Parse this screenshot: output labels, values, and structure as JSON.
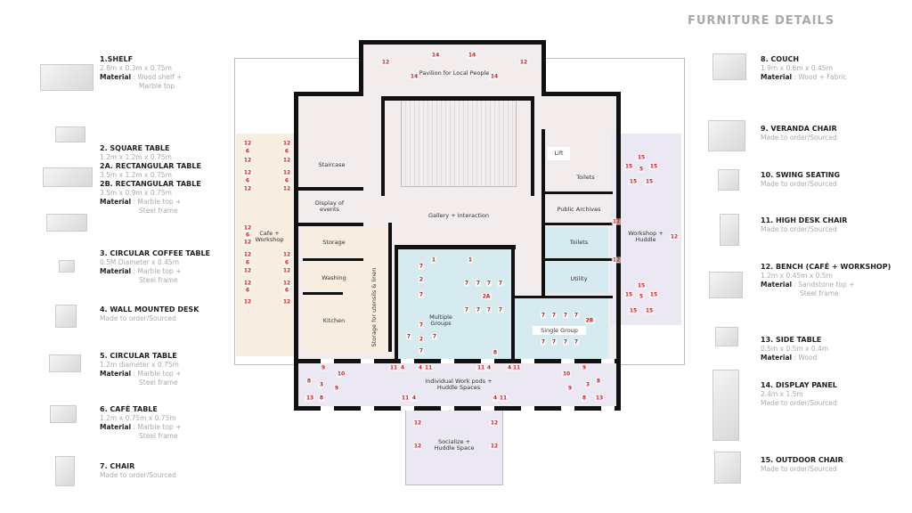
{
  "header": {
    "title": "FURNITURE DETAILS"
  },
  "furniture_left": [
    {
      "name": "1.SHELF",
      "lines": [
        "2.8m x 0.3m x 0.75m"
      ],
      "material": "Wood shelf +",
      "material2": "Marble top"
    },
    {
      "name": "2. SQUARE TABLE",
      "lines": [
        "1.2m x 1.2m x 0.75m"
      ]
    },
    {
      "name": "2A. RECTANGULAR TABLE",
      "lines": [
        "3.5m x 1.2m x 0.75m"
      ]
    },
    {
      "name": "2B. RECTANGULAR TABLE",
      "lines": [
        "3.5m x 0.9m x 0.75m"
      ],
      "material": "Marble top +",
      "material2": "Steel frame"
    },
    {
      "name": "3. CIRCULAR COFFEE TABLE",
      "lines": [
        "0.5M Diameter x 0.45m"
      ],
      "material": "Marble top +",
      "material2": "Steel frame"
    },
    {
      "name": "4. WALL MOUNTED DESK",
      "lines": [
        "Made to order/Sourced"
      ]
    },
    {
      "name": "5. CIRCULAR TABLE",
      "lines": [
        "1.2m diameter x 0.75m"
      ],
      "material": "Marble top +",
      "material2": "Steel frame"
    },
    {
      "name": "6. CAFÉ TABLE",
      "lines": [
        "1.2m x 0.75m x 0.75m"
      ],
      "material": "Marble top +",
      "material2": "Steel frame"
    },
    {
      "name": "7. CHAIR",
      "lines": [
        "Made to order/Sourced"
      ]
    }
  ],
  "furniture_right": [
    {
      "name": "8. COUCH",
      "lines": [
        "1.9m x 0.6m x 0.45m"
      ],
      "material": "Wood + Fabric"
    },
    {
      "name": "9. VERANDA CHAIR",
      "lines": [
        "Made to order/Sourced"
      ]
    },
    {
      "name": "10. SWING SEATING",
      "lines": [
        "Made to order/Sourced"
      ]
    },
    {
      "name": "11. HIGH DESK CHAIR",
      "lines": [
        "Made to order/Sourced"
      ]
    },
    {
      "name": "12. BENCH (CAFÉ + WORKSHOP)",
      "lines": [
        "1.2m x 0.45m x 0.5m"
      ],
      "material": "Sandstone top +",
      "material2": "Steel frame"
    },
    {
      "name": "13. SIDE TABLE",
      "lines": [
        "0.5m x 0.5m x 0.4m"
      ],
      "material": "Wood"
    },
    {
      "name": "14. DISPLAY PANEL",
      "lines": [
        "2.4m x 1.5m",
        "Made to order/Sourced"
      ]
    },
    {
      "name": "15. OUTDOOR CHAIR",
      "lines": [
        "Made to order/Sourced"
      ]
    }
  ],
  "material_label": "Material",
  "rooms": {
    "pavilion": "Pavilion for Local People",
    "gallery": "Gallery + Interaction",
    "staircase": "Staircase",
    "display": "Display of events",
    "cafe": "Cafe + Workshop",
    "storage": "Storage",
    "washing": "Washing",
    "kitchen": "Kitchen",
    "utensils": "Storage for utensils & linen",
    "multiple": "Multiple Groups",
    "single": "Single Group",
    "lift": "Lift",
    "toilets1": "Toilets",
    "archives": "Public Archives",
    "toilets2": "Toilets",
    "utility": "Utility",
    "workshop": "Workshop + Huddle",
    "corridor": "Individual Work pods + Huddle Spaces",
    "socialize": "Socialize + Huddle Space"
  },
  "markers": [
    "12",
    "14",
    "14",
    "12",
    "14",
    "14",
    "12",
    "6",
    "12",
    "12",
    "6",
    "12",
    "12",
    "6",
    "12",
    "12",
    "6",
    "12",
    "12",
    "6",
    "12",
    "12",
    "6",
    "12",
    "12",
    "6",
    "12",
    "12",
    "6",
    "12",
    "12",
    "6",
    "12",
    "1",
    "1",
    "7",
    "2",
    "7",
    "7",
    "7",
    "7",
    "7",
    "2A",
    "7",
    "7",
    "7",
    "7",
    "7",
    "7",
    "2",
    "7",
    "7",
    "8",
    "7",
    "7",
    "7",
    "7",
    "2B",
    "7",
    "7",
    "7",
    "7",
    "15",
    "15",
    "15",
    "15",
    "15",
    "5",
    "12",
    "12",
    "12",
    "15",
    "15",
    "15",
    "15",
    "15",
    "5",
    "11",
    "4",
    "4",
    "11",
    "11",
    "4",
    "4",
    "11",
    "9",
    "10",
    "8",
    "3",
    "9",
    "13",
    "8",
    "10",
    "9",
    "3",
    "9",
    "8",
    "8",
    "13",
    "11",
    "4",
    "4",
    "11",
    "12",
    "12",
    "12",
    "12"
  ],
  "colors": {
    "wall": "#111111",
    "blue": "#d5ebef",
    "beige": "#f7ede1",
    "lavender": "#ebe8f3",
    "pink": "#f3eced",
    "marker": "#d01e1e"
  }
}
